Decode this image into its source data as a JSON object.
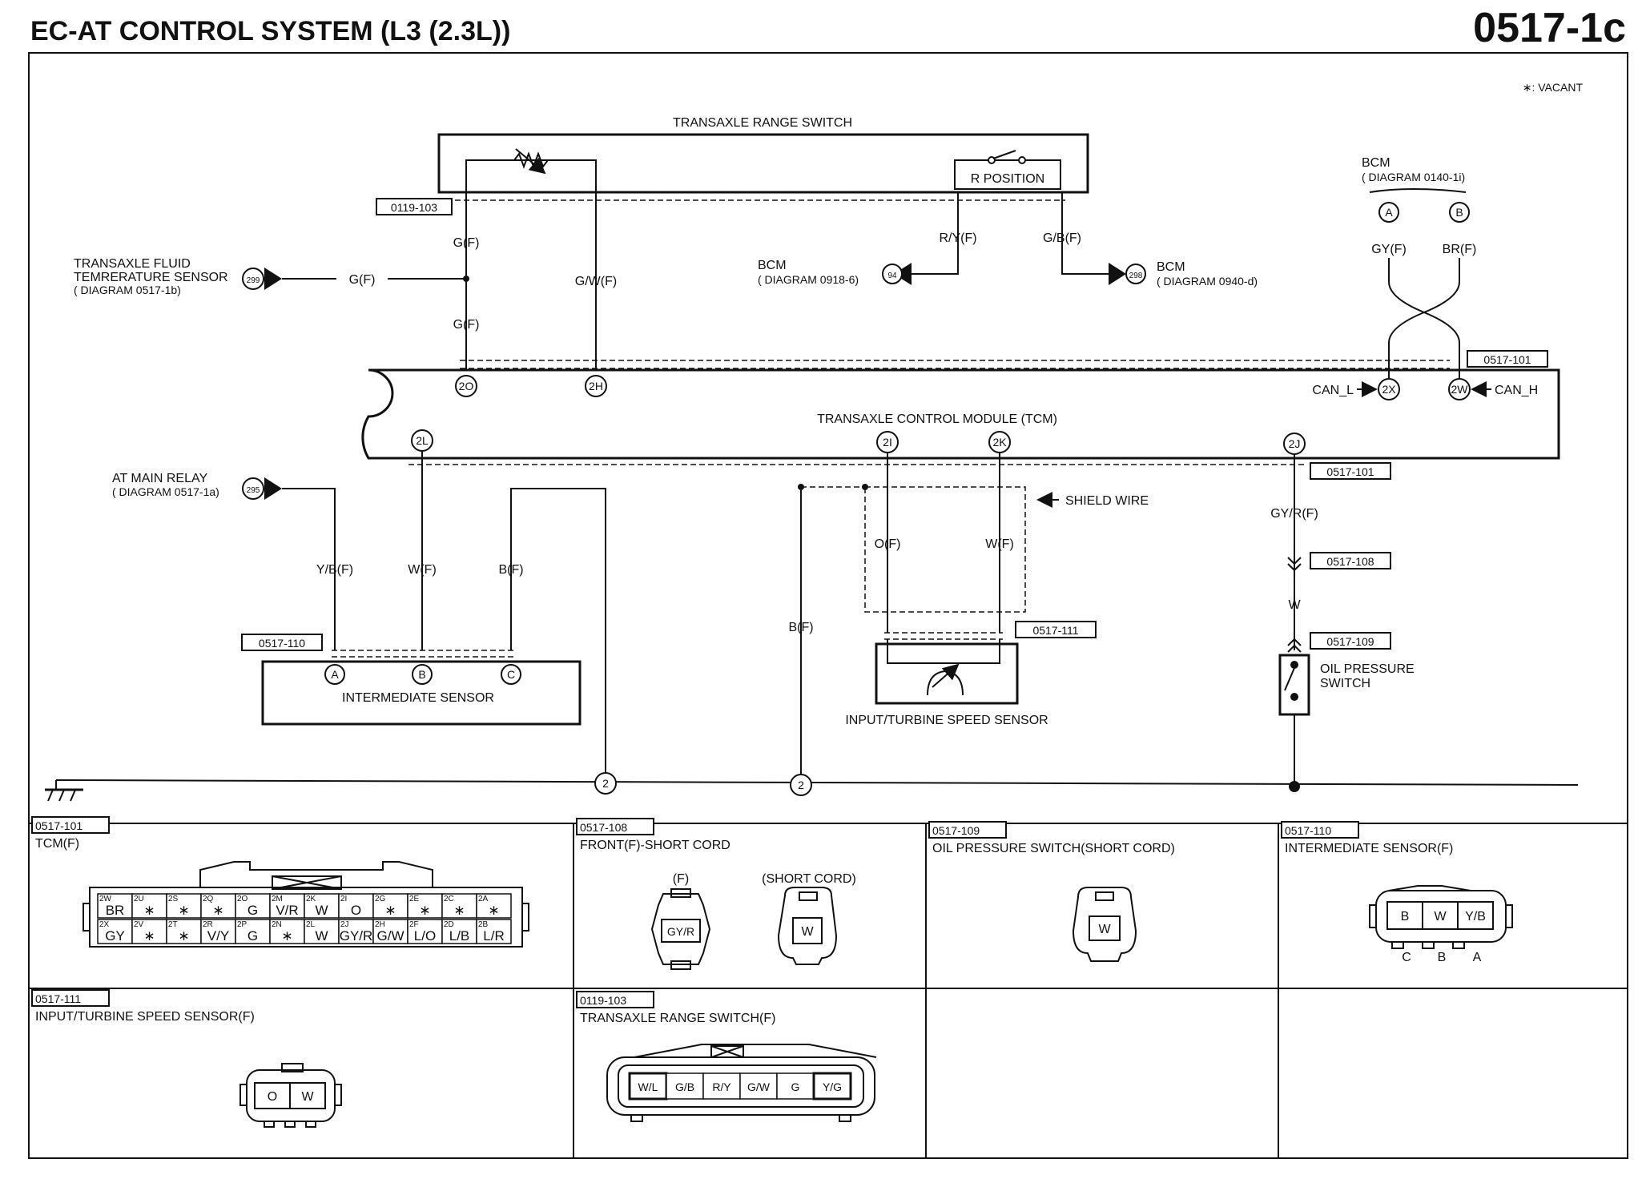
{
  "header": {
    "title": "EC-AT CONTROL SYSTEM (L3 (2.3L))",
    "page_code": "0517-1c",
    "vacant_note": "∗: VACANT"
  },
  "components": {
    "range_switch": "TRANSAXLE RANGE SWITCH",
    "r_position": "R POSITION",
    "tcm": "TRANSAXLE CONTROL MODULE (TCM)",
    "intermediate_sensor": "INTERMEDIATE SENSOR",
    "turbine_sensor": "INPUT/TURBINE SPEED SENSOR",
    "oil_switch_1": "OIL PRESSURE",
    "oil_switch_2": "SWITCH",
    "shield": "SHIELD WIRE"
  },
  "external": {
    "fluid_temp_1": "TRANSAXLE FLUID",
    "fluid_temp_2": "TEMRERATURE SENSOR",
    "fluid_temp_3": "( DIAGRAM 0517-1b)",
    "fluid_temp_ref": "299",
    "bcm_a_1": "BCM",
    "bcm_a_2": "( DIAGRAM 0918-6)",
    "bcm_a_ref": "94",
    "bcm_b_1": "BCM",
    "bcm_b_2": "( DIAGRAM 0940-d)",
    "bcm_b_ref": "298",
    "bcm_c_1": "BCM",
    "bcm_c_2": "( DIAGRAM 0140-1i)",
    "relay_1": "AT MAIN RELAY",
    "relay_2": "( DIAGRAM 0517-1a)",
    "relay_ref": "295"
  },
  "connector_tags": {
    "c0119_103": "0119-103",
    "c0517_101a": "0517-101",
    "c0517_101b": "0517-101",
    "c0517_108": "0517-108",
    "c0517_109": "0517-109",
    "c0517_110": "0517-110",
    "c0517_111": "0517-111"
  },
  "wires": {
    "gf_1": "G(F)",
    "gf_2": "G(F)",
    "gf_3": "G(F)",
    "gwf": "G/W(F)",
    "ryf": "R/Y(F)",
    "gbf": "G/B(F)",
    "gyf": "GY(F)",
    "brf": "BR(F)",
    "ybf": "Y/B(F)",
    "wf_1": "W(F)",
    "bf_1": "B(F)",
    "bf_2": "B(F)",
    "of": "O(F)",
    "wf_2": "W(F)",
    "gyrf": "GY/R(F)",
    "w": "W"
  },
  "pins": {
    "p2o": "2O",
    "p2h": "2H",
    "p2x": "2X",
    "p2w": "2W",
    "p2l": "2L",
    "p2i": "2I",
    "p2k": "2K",
    "p2j": "2J",
    "pa_top": "A",
    "pb_top": "B",
    "pa": "A",
    "pb": "B",
    "pc": "C",
    "g1": "2",
    "g2": "2",
    "can_l": "CAN_L",
    "can_h": "CAN_H"
  },
  "panels": {
    "p101_code": "0517-101",
    "p101_name": "TCM(F)",
    "p108_code": "0517-108",
    "p108_name": "FRONT(F)-SHORT CORD",
    "p108_f": "(F)",
    "p108_short": "(SHORT CORD)",
    "p108_pin_f": "GY/R",
    "p108_pin_s": "W",
    "p109_code": "0517-109",
    "p109_name": "OIL PRESSURE SWITCH(SHORT CORD)",
    "p109_pin": "W",
    "p110_code": "0517-110",
    "p110_name": "INTERMEDIATE SENSOR(F)",
    "p110_pins": [
      "B",
      "W",
      "Y/B"
    ],
    "p110_under": [
      "C",
      "B",
      "A"
    ],
    "p111_code": "0517-111",
    "p111_name": "INPUT/TURBINE SPEED SENSOR(F)",
    "p111_pins": [
      "O",
      "W"
    ],
    "p103_code": "0119-103",
    "p103_name": "TRANSAXLE RANGE SWITCH(F)",
    "p103_pins": [
      "W/L",
      "G/B",
      "R/Y",
      "G/W",
      "G",
      "Y/G"
    ]
  },
  "tcm_connector": {
    "row1_ids": [
      "2W",
      "2U",
      "2S",
      "2Q",
      "2O",
      "2M",
      "2K",
      "2I",
      "2G",
      "2E",
      "2C",
      "2A"
    ],
    "row1_vals": [
      "BR",
      "∗",
      "∗",
      "∗",
      "G",
      "V/R",
      "W",
      "O",
      "∗",
      "∗",
      "∗",
      "∗"
    ],
    "row2_ids": [
      "2X",
      "2V",
      "2T",
      "2R",
      "2P",
      "2N",
      "2L",
      "2J",
      "2H",
      "2F",
      "2D",
      "2B"
    ],
    "row2_vals": [
      "GY",
      "∗",
      "∗",
      "V/Y",
      "G",
      "∗",
      "W",
      "GY/R",
      "G/W",
      "L/O",
      "L/B",
      "L/R"
    ]
  }
}
